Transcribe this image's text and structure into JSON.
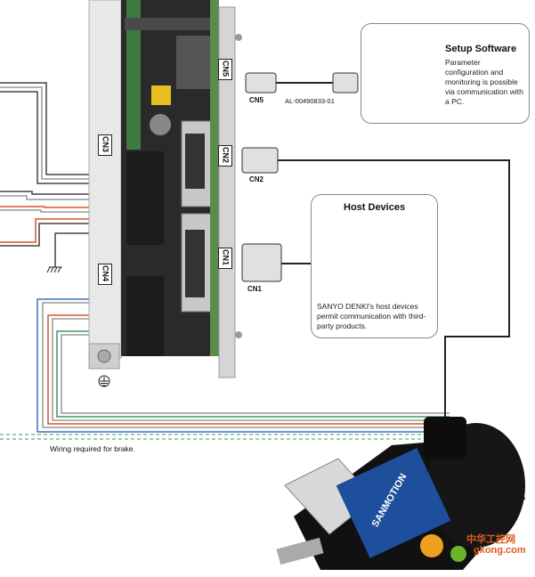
{
  "setup_software": {
    "title": "Setup Software",
    "description": "Parameter configuration and monitoring is possible via communication with a PC."
  },
  "host_devices": {
    "title": "Host Devices",
    "description": "SANYO DENKI's host devices permit communication with third-party products."
  },
  "connectors": {
    "cn5": "CN5",
    "cn2": "CN2",
    "cn1": "CN1",
    "cn5_panel": "CN5",
    "cn2_panel": "CN2",
    "cn1_panel": "CN1",
    "cn3_panel": "CN3",
    "cn4_panel": "CN4"
  },
  "cable_part_number": "AL-00490833-01",
  "brake_note": "Wiring required for brake.",
  "motor": {
    "brand": "SANMOTION"
  },
  "watermark": {
    "cn": "中华工控网",
    "site": "gkong.com"
  },
  "colors": {
    "red_wire": "#d9542b",
    "blue_wire": "#3a74c0",
    "green_wire": "#3d9a55",
    "dashed_green": "#3b9a5d"
  }
}
